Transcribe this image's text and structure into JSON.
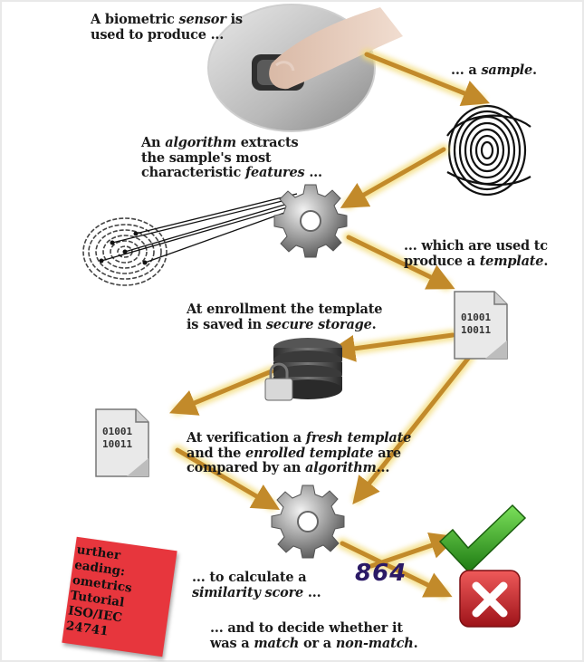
{
  "steps": {
    "sensor_line1": "A biometric ",
    "sensor_em": "sensor",
    "sensor_line1b": " is",
    "sensor_line2": "used to produce ...",
    "sample_em": "sample",
    "sample_pre": "... a ",
    "sample_post": ".",
    "algo_l1a": "An ",
    "algo_em1": "algorithm",
    "algo_l1b": " extracts",
    "algo_l2": "the sample's most",
    "algo_l3a": "characteristic ",
    "algo_em2": "features",
    "algo_l3b": " ...",
    "template_l1": "... which are used tc",
    "template_l2a": "produce a ",
    "template_em": "template",
    "template_l2b": ".",
    "enroll_l1": "At enrollment the template",
    "enroll_l2a": "is saved in ",
    "enroll_em": "secure storage",
    "enroll_l2b": ".",
    "verify_l1a": "At verification a ",
    "verify_em1": "fresh template",
    "verify_l2a": "and the ",
    "verify_em2": "enrolled template",
    "verify_l2b": " are",
    "verify_l3a": "compared by an ",
    "verify_em3": "algorithm",
    "verify_l3b": "...",
    "calc_l1": "... to calculate a",
    "calc_em": "similarity score",
    "calc_l2b": " ...",
    "decide_l1": "... and to decide whether it",
    "decide_l2a": "was a ",
    "decide_em1": "match",
    "decide_l2b": " or a ",
    "decide_em2": "non-match",
    "decide_l2c": "."
  },
  "score_value": "864",
  "template_bits": [
    "01001",
    "10011"
  ],
  "further_reading": {
    "line1": "urther",
    "line2": "eading:",
    "line3": "ometrics",
    "line4": "Tutorial",
    "line5": "ISO/IEC",
    "line6": "24741"
  },
  "colors": {
    "arrow": "#c28a2a",
    "arrow_glow": "#f3dc7a",
    "note_red": "#e7363d",
    "check_green": "#2e9e1f",
    "cross_red": "#c8262b",
    "score_text": "#2b1a66"
  },
  "icons": [
    "fingerprint-sensor",
    "fingerprint-sample",
    "fingerprint-features",
    "gear-icon",
    "template-document-icon",
    "secure-storage-icon",
    "check-icon",
    "cross-icon"
  ]
}
